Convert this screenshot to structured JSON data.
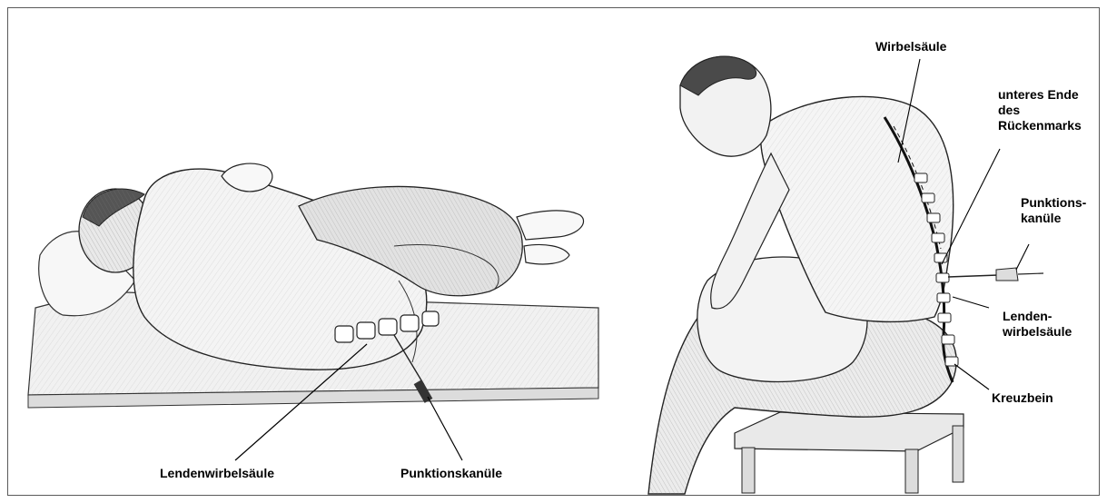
{
  "figure": {
    "left_panel": {
      "labels": {
        "lumbar_spine": "Lendenwirbelsäule",
        "puncture_needle": "Punktionskanüle"
      }
    },
    "right_panel": {
      "labels": {
        "spine": "Wirbelsäule",
        "spinal_cord_end_line1": "unteres Ende",
        "spinal_cord_end_line2": "des",
        "spinal_cord_end_line3": "Rückenmarks",
        "needle_line1": "Punktions-",
        "needle_line2": "kanüle",
        "lumbar_line1": "Lenden-",
        "lumbar_line2": "wirbelsäule",
        "sacrum": "Kreuzbein"
      }
    },
    "colors": {
      "ink": "#1a1a1a",
      "shade": "#cfcfcf",
      "light_shade": "#ececec",
      "frame": "#5a5a5a"
    }
  }
}
